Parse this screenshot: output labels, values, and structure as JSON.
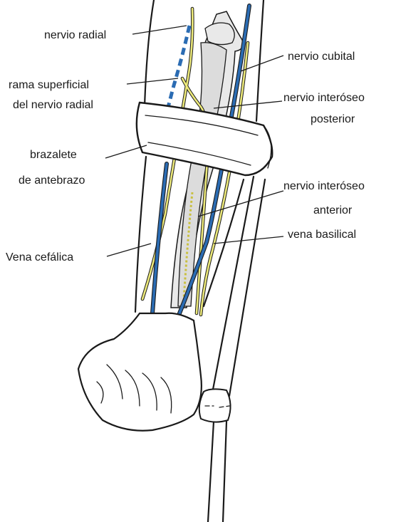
{
  "labels": {
    "radial_nerve": "nervio radial",
    "superficial_branch_1": "rama superficial",
    "superficial_branch_2": "del nervio radial",
    "armband_1": "brazalete",
    "armband_2": "de antebrazo",
    "cephalic_vein": "Vena cefálica",
    "ulnar_nerve": "nervio cubital",
    "posterior_interosseous_1": "nervio interóseo",
    "posterior_interosseous_2": "posterior",
    "anterior_interosseous_1": "nervio interóseo",
    "anterior_interosseous_2": "anterior",
    "basilic_vein": "vena basilical"
  },
  "colors": {
    "nerve": "#ece97a",
    "vein": "#2b6cb3",
    "bone": "#e9e9e9",
    "outline": "#1a1a1a"
  }
}
